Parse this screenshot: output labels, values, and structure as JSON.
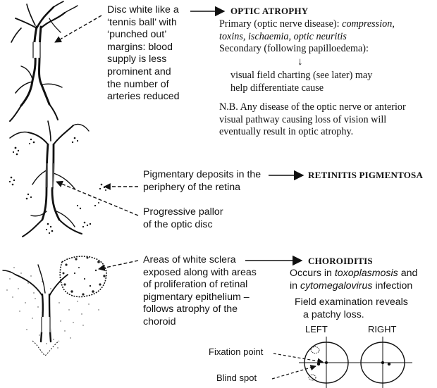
{
  "section1": {
    "description": [
      "Disc white like a",
      "‘tennis ball’ with",
      "‘punched out’",
      "margins: blood",
      "supply is less",
      "prominent and",
      "the number of",
      "arteries reduced"
    ],
    "heading": "OPTIC ATROPHY",
    "primary_prefix": "Primary (optic nerve disease): ",
    "primary_causes_1": "compression,",
    "primary_causes_2": "toxins, ischaemia, optic neuritis",
    "secondary": "Secondary (following papilloedema):",
    "down_arrow": "↓",
    "field_note_1": "visual field charting (see later) may",
    "field_note_2": "help differentiate cause",
    "nb_1": "N.B. Any disease of the optic nerve or anterior",
    "nb_2": "visual pathway causing loss of vision will",
    "nb_3": "eventually result in optic atrophy."
  },
  "section2": {
    "pigment_1": "Pigmentary deposits in the",
    "pigment_2": "periphery of the retina",
    "heading": "RETINITIS PIGMENTOSA",
    "pallor_1": "Progressive pallor",
    "pallor_2": "of the optic disc"
  },
  "section3": {
    "description": [
      "Areas of white sclera",
      "exposed along with areas",
      "of proliferation of retinal",
      "pigmentary epithelium –",
      "follows atrophy of the",
      "choroid"
    ],
    "heading": "CHOROIDITIS",
    "occurs_prefix": "Occurs in ",
    "occurs_term1": "toxoplasmosis",
    "occurs_mid": " and",
    "occurs2_prefix": "in ",
    "occurs_term2": "cytomegalovirus",
    "occurs2_suffix": " infection",
    "field_1": "Field examination reveals",
    "field_2": "a patchy loss.",
    "left_label": "LEFT",
    "right_label": "RIGHT",
    "fixation_label": "Fixation point",
    "blind_label": "Blind spot"
  }
}
